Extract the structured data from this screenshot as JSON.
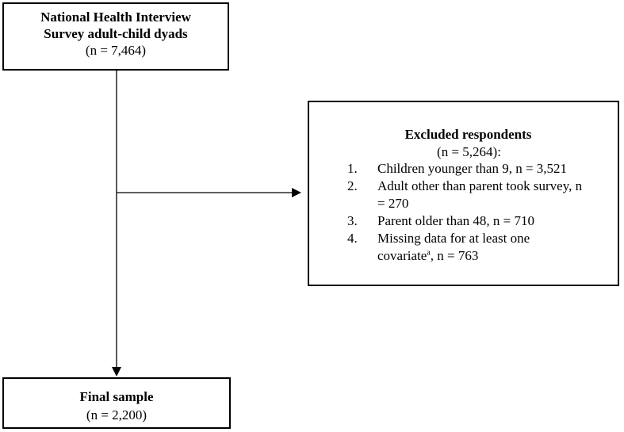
{
  "top_box": {
    "title_line1": "National Health Interview",
    "title_line2": "Survey adult-child dyads",
    "n": "(n = 7,464)"
  },
  "excluded_box": {
    "title": "Excluded respondents",
    "n": "(n = 5,264):",
    "items": [
      {
        "num": "1.",
        "text_a": "Children younger than 9, n = 3,521"
      },
      {
        "num": "2.",
        "text_a": "Adult other than parent took survey, n",
        "text_b": "= 270"
      },
      {
        "num": "3.",
        "text_a": "Parent older than 48, n = 710"
      },
      {
        "num": "4.",
        "text_a": "Missing data for at least one",
        "text_b": "covariate",
        "sup": "a",
        "text_c": ", n = 763"
      }
    ]
  },
  "final_box": {
    "title": "Final sample",
    "n": "(n = 2,200)"
  }
}
